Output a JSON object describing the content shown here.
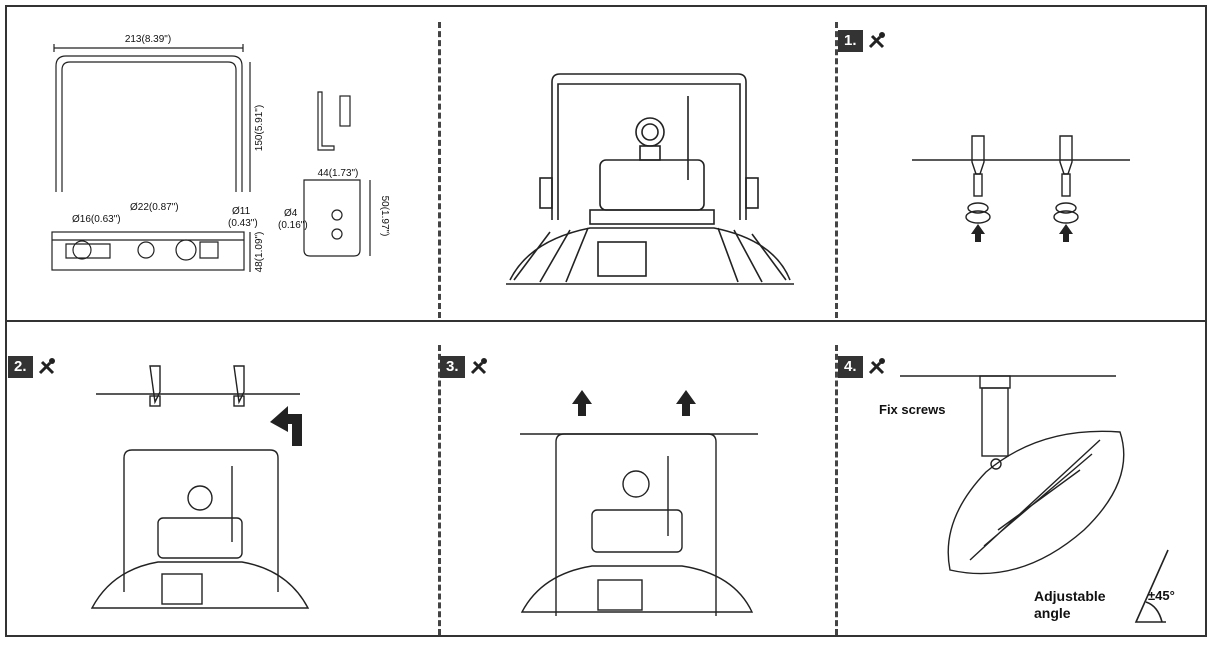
{
  "dimensions": {
    "width": "213(8.39\")",
    "height": "150(5.91\")",
    "hole_large": "Ø22(0.87\")",
    "hole_small": "Ø16(0.63\")",
    "slot_a": "Ø11",
    "slot_b": "(0.43\")",
    "base_height": "48(1.09\")",
    "clip_width": "44(1.73\")",
    "clip_hole_a": "Ø4",
    "clip_hole_b": "(0.16\")",
    "clip_height": "50(1.97\")"
  },
  "steps": [
    {
      "number": "1.",
      "icon": "tools-icon"
    },
    {
      "number": "2.",
      "icon": "tools-icon"
    },
    {
      "number": "3.",
      "icon": "tools-icon"
    },
    {
      "number": "4.",
      "icon": "tools-icon"
    }
  ],
  "labels": {
    "fix_screws": "Fix screws",
    "adjustable_1": "Adjustable",
    "adjustable_2": "angle",
    "angle_value": "±45°"
  }
}
